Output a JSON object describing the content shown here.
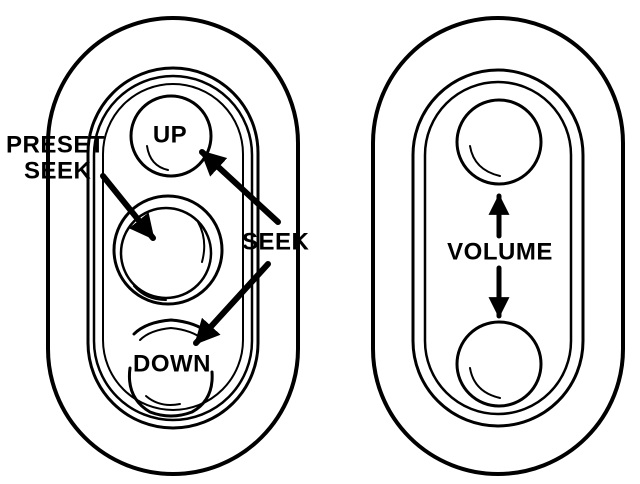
{
  "labels": {
    "up": "UP",
    "down": "DOWN",
    "preset_line1": "PRESET",
    "preset_line2": "SEEK",
    "seek": "SEEK",
    "volume": "VOLUME"
  },
  "colors": {
    "ink": "#000000",
    "background": "#ffffff"
  },
  "icons": [
    "arrow-icon",
    "double-arrow-icon"
  ]
}
